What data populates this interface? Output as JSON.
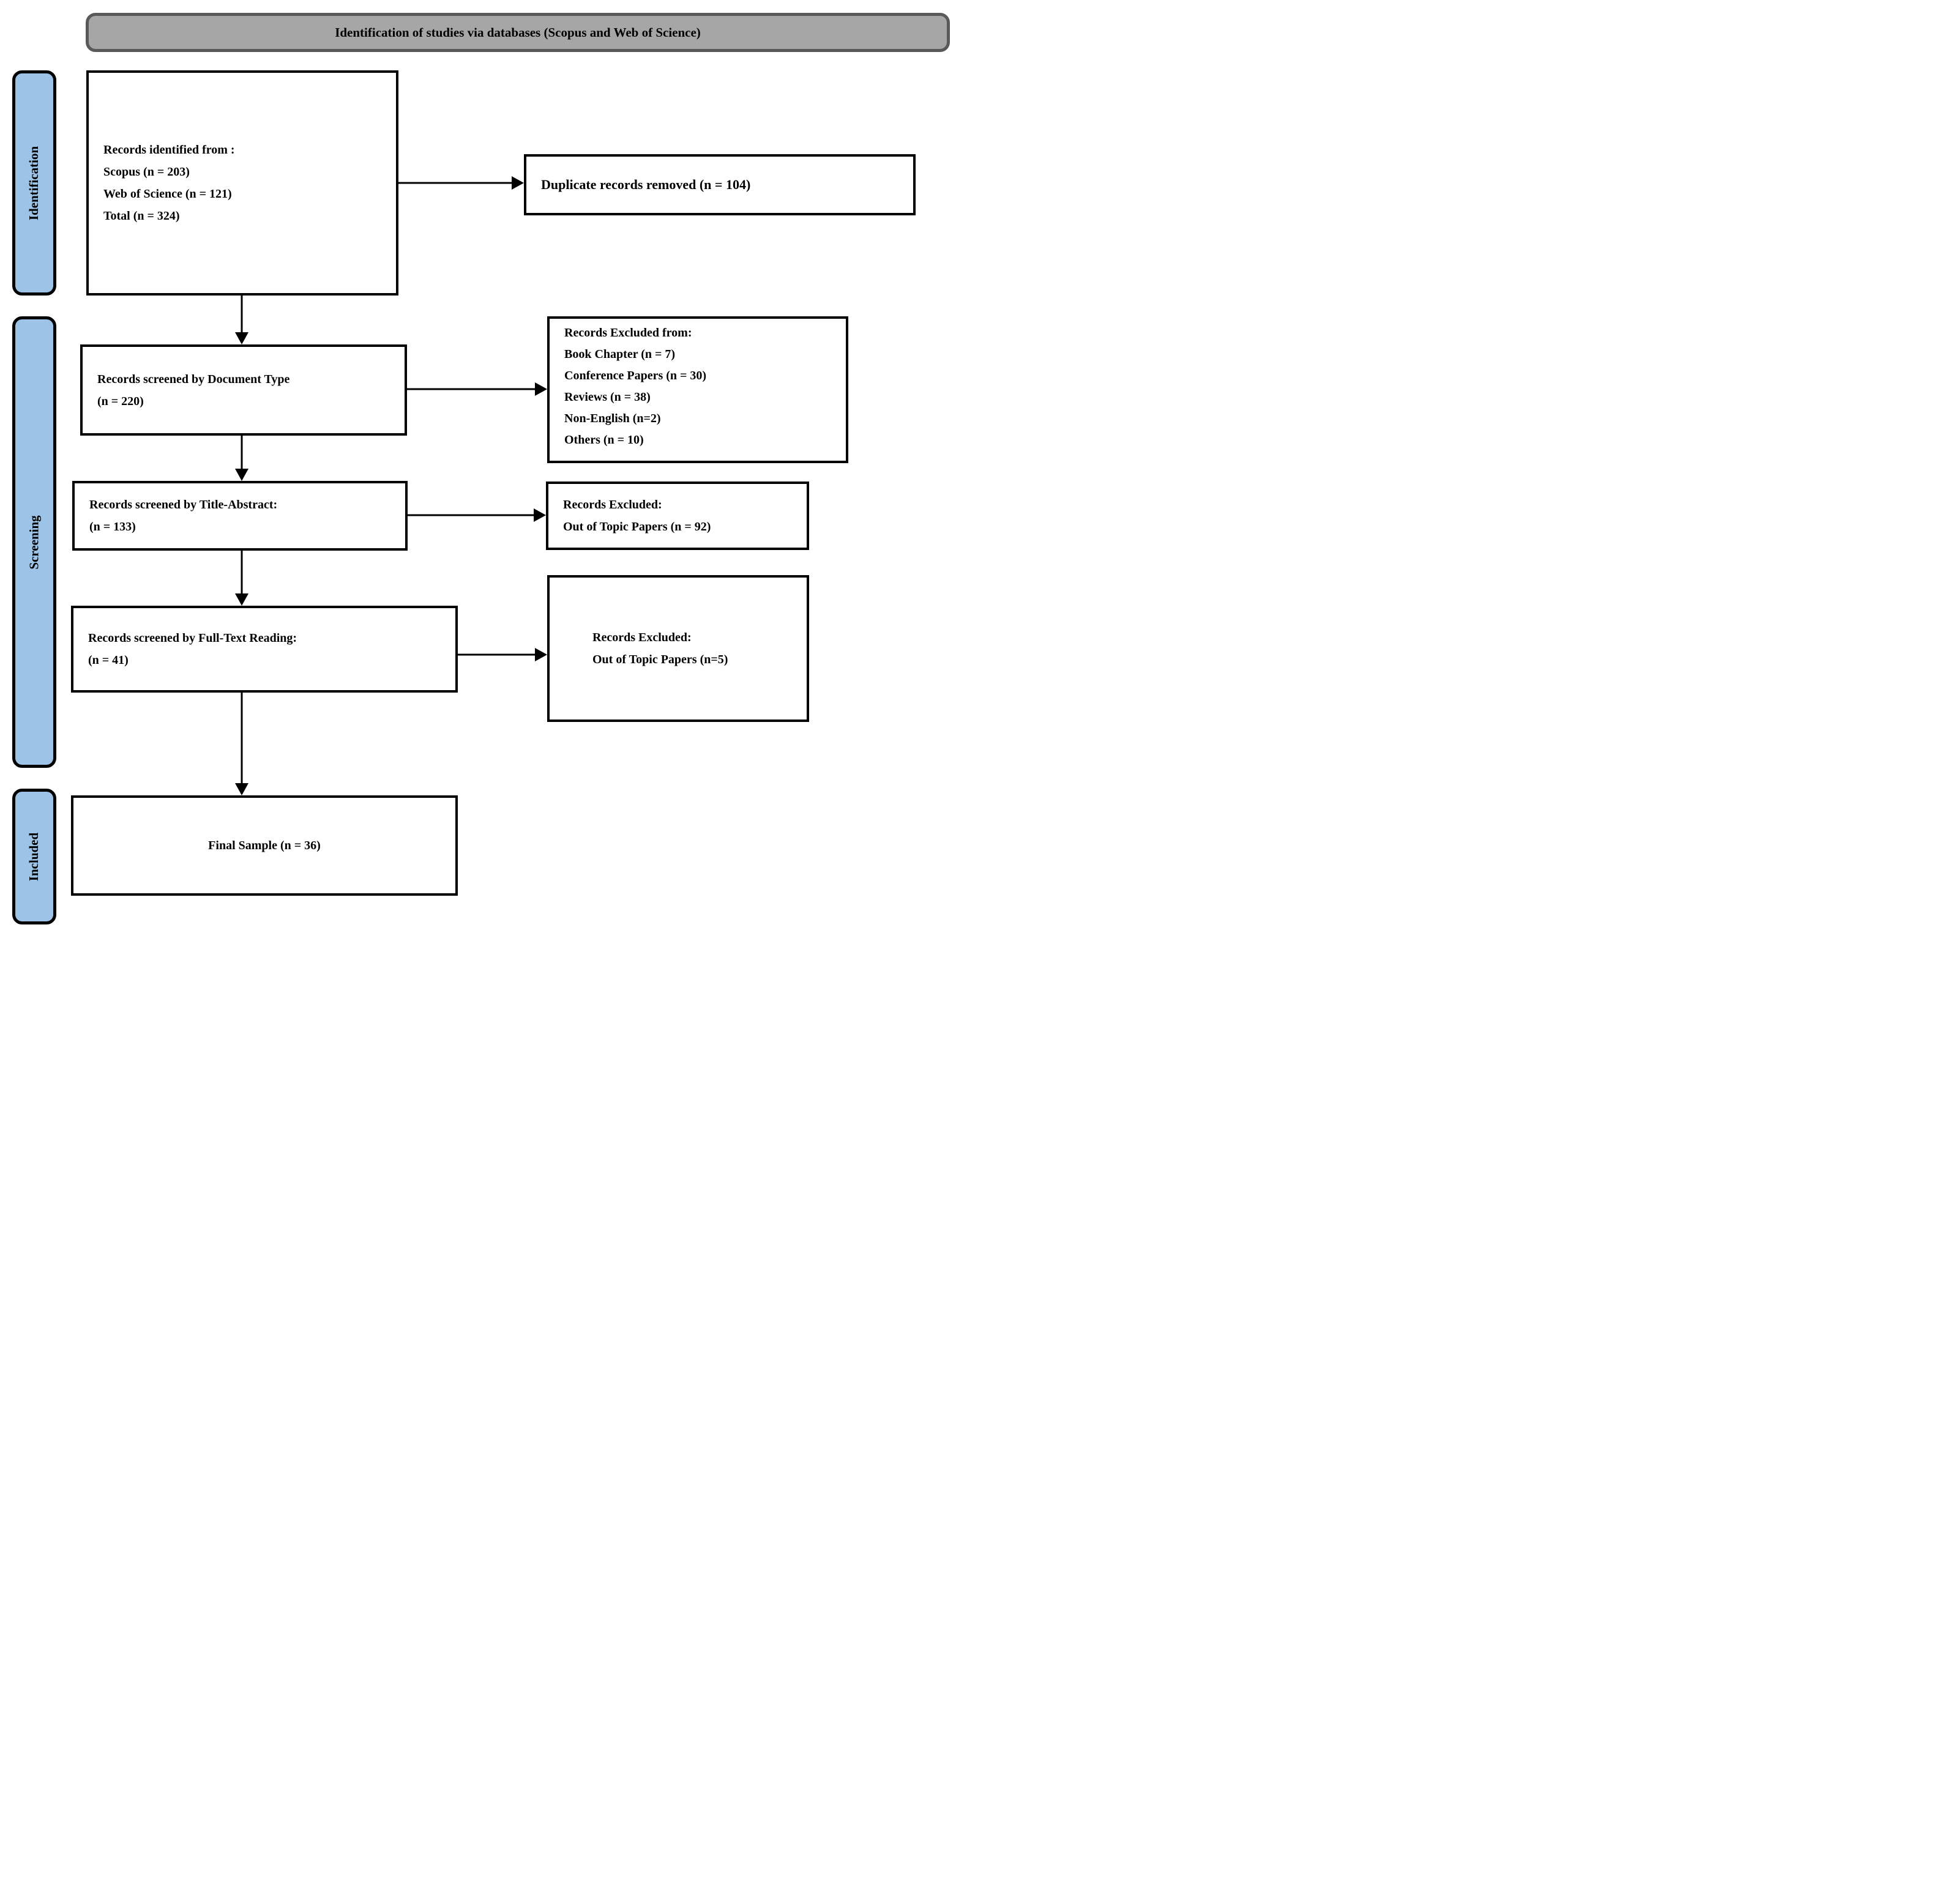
{
  "header": {
    "title": "Identification of studies via databases (Scopus and Web of Science)"
  },
  "stages": [
    {
      "label": "Identification"
    },
    {
      "label": "Screening"
    },
    {
      "label": "Included"
    }
  ],
  "boxes": {
    "identified": {
      "lines": [
        "Records identified from :",
        "Scopus (n = 203)",
        "Web of Science (n = 121)",
        "Total (n = 324)"
      ]
    },
    "duplicates_removed": {
      "text": "Duplicate records removed (n = 104)"
    },
    "screened_doc_type": {
      "lines": [
        "Records screened by Document Type",
        "(n = 220)"
      ]
    },
    "excluded_doc_type": {
      "lines": [
        "Records Excluded from:",
        "Book Chapter (n = 7)",
        "Conference Papers (n = 30)",
        "Reviews (n = 38)",
        "Non-English (n=2)",
        "Others (n = 10)"
      ]
    },
    "screened_title_abstract": {
      "lines": [
        "Records screened by Title-Abstract:",
        "(n = 133)"
      ]
    },
    "excluded_title_abstract": {
      "lines": [
        "Records Excluded:",
        "Out of Topic Papers (n = 92)"
      ]
    },
    "screened_full_text": {
      "lines": [
        "Records screened by Full-Text Reading:",
        "(n = 41)"
      ]
    },
    "excluded_full_text": {
      "lines": [
        "Records Excluded:",
        "Out of Topic Papers (n=5)"
      ]
    },
    "final_sample": {
      "text": "Final Sample (n = 36)"
    }
  },
  "colors": {
    "stage_fill": "#9DC3E6",
    "header_fill": "#A6A6A6",
    "header_border": "#595959",
    "box_border": "#000000",
    "arrow": "#000000"
  }
}
